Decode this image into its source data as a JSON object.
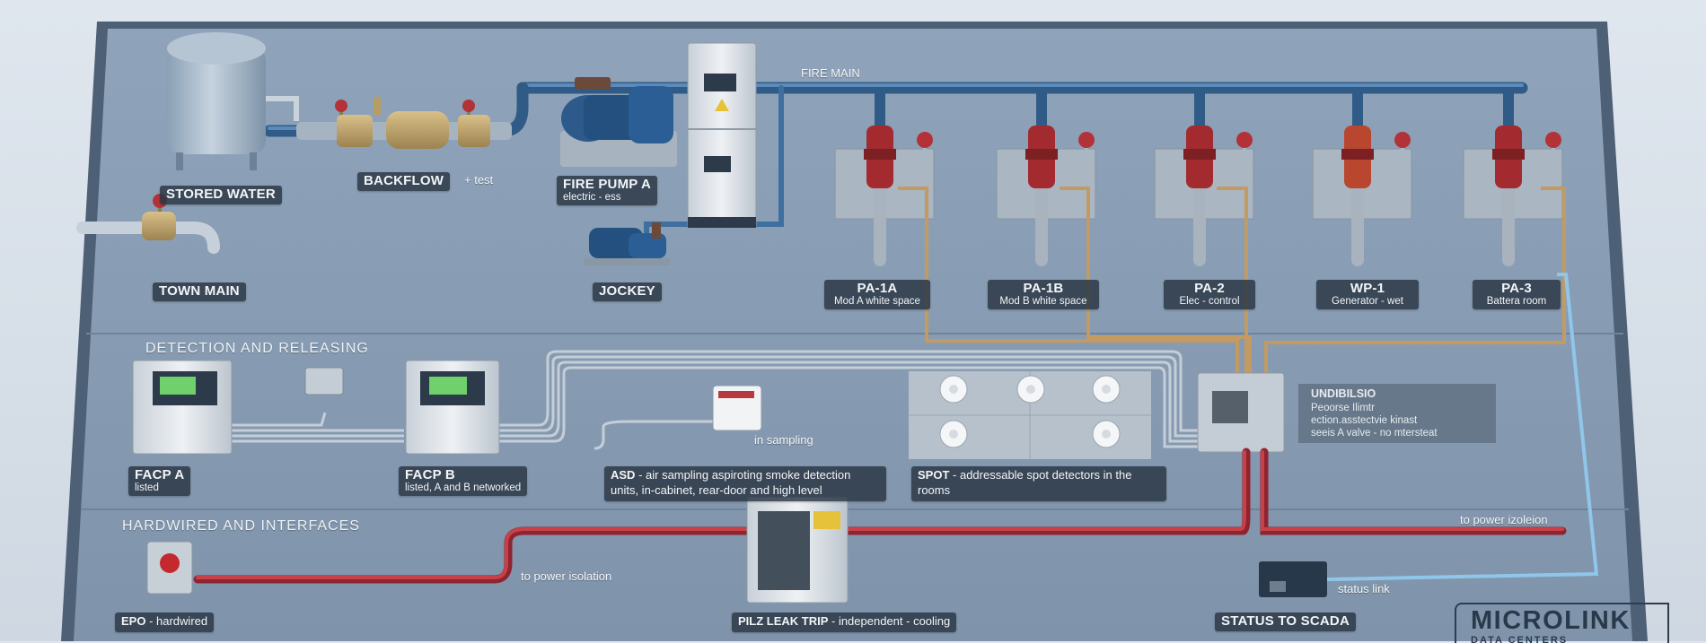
{
  "header": {
    "fire_main": "FIRE MAIN"
  },
  "supply": {
    "stored_water": "STORED WATER",
    "backflow": "BACKFLOW",
    "backflow_note": "+ test",
    "fire_pump_title": "FIRE PUMP A",
    "fire_pump_sub": "electric - ess",
    "town_main": "TOWN MAIN",
    "jockey": "JOCKEY"
  },
  "zones": [
    {
      "id": "PA-1A",
      "desc": "Mod A white space"
    },
    {
      "id": "PA-1B",
      "desc": "Mod B white space"
    },
    {
      "id": "PA-2",
      "desc": "Elec - control"
    },
    {
      "id": "WP-1",
      "desc": "Generator - wet"
    },
    {
      "id": "PA-3",
      "desc": "Battera room"
    }
  ],
  "detection": {
    "section_title": "DETECTION AND RELEASING",
    "facp_a_title": "FACP A",
    "facp_a_sub": "listed",
    "facp_b_title": "FACP B",
    "facp_b_sub": "listed, A and B networked",
    "in_sampling": "in sampling",
    "asd_title": "ASD",
    "asd_desc": " - air sampling aspiroting smoke detection units, in-cabinet, rear-door and high level",
    "spot_title": "SPOT",
    "spot_desc": " - addressable spot detectors in the rooms",
    "release_panel_title": "UNDIBILSIO",
    "release_panel_line1": "Peoorse Ilimtr",
    "release_panel_line2": "ection.asstectvie kinast",
    "release_panel_line3": "seeis A valve - no mtersteat"
  },
  "interfaces": {
    "section_title": "HARDWIRED AND INTERFACES",
    "epo_title": "EPO",
    "epo_desc": " - hardwired",
    "to_power_isolation_left": "to power isolation",
    "to_power_isolation_right": "to power izoleion",
    "pilz_title": "PILZ LEAK TRIP",
    "pilz_desc": " - independent - cooling",
    "status_link": "status link",
    "status_to_scada": "STATUS TO SCADA"
  },
  "brand": {
    "logo_main": "MICROLINK",
    "logo_sub": "DATA CENTERS"
  },
  "colors": {
    "board": "#8b9eb4",
    "pipe_blue": "#3f6f9f",
    "tube_tan": "#c39a61",
    "wire_red": "#b8323a",
    "wire_lightblue": "#8fc6ea",
    "valve_red": "#a32a2e"
  }
}
